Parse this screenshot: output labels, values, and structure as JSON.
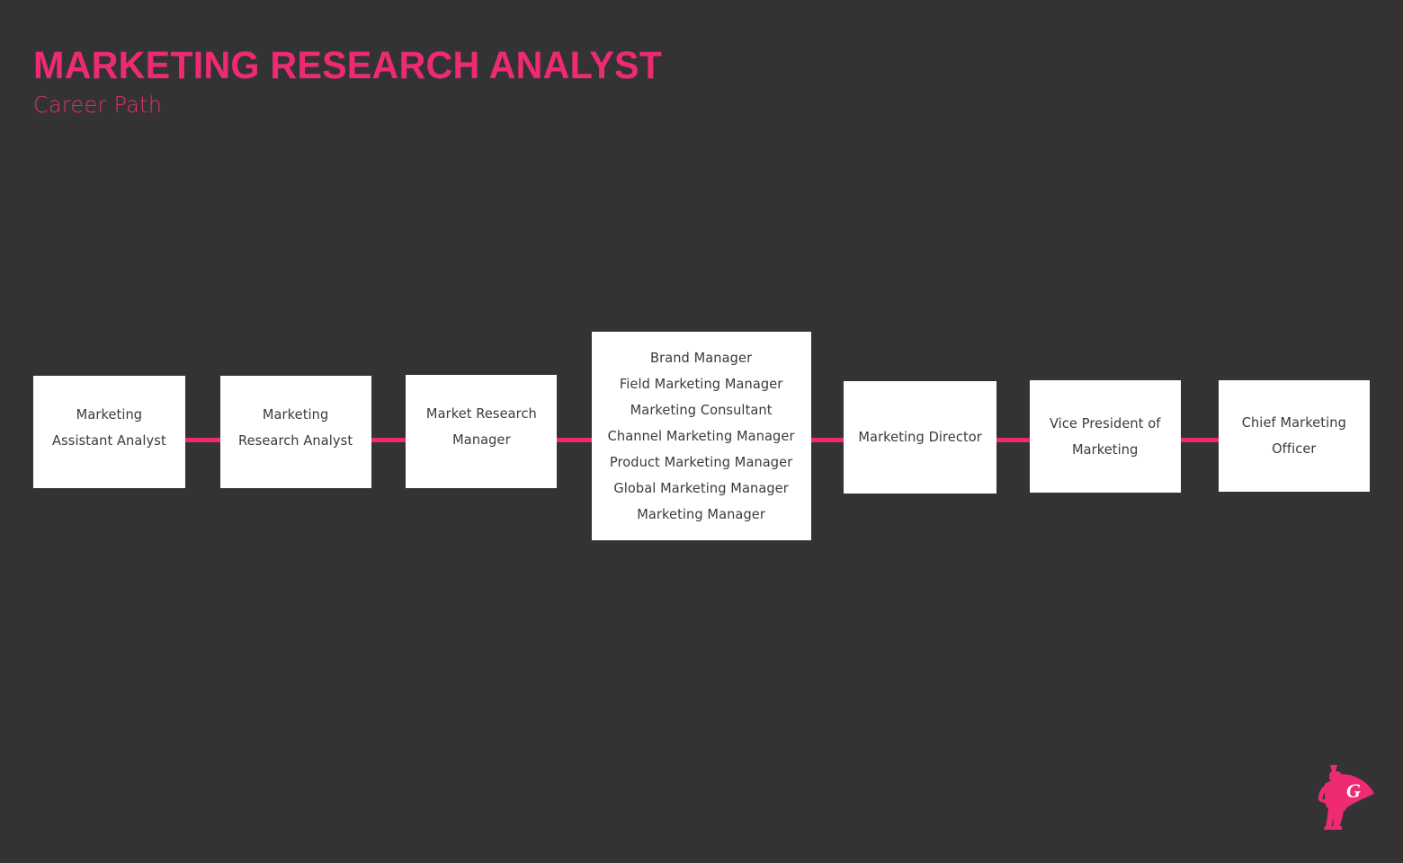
{
  "header": {
    "title": "MARKETING RESEARCH ANALYST",
    "subtitle": "Career Path"
  },
  "colors": {
    "background": "#333333",
    "accent_pink": "#EE2A72",
    "subtitle_pink": "#E0316F",
    "node_fill": "#FFFFFF",
    "node_text": "#3A3A3A"
  },
  "flow": {
    "orientation": "horizontal",
    "nodes": [
      {
        "id": "node-0",
        "lines": [
          "Marketing",
          "Assistant Analyst"
        ]
      },
      {
        "id": "node-1",
        "lines": [
          "Marketing",
          "Research Analyst"
        ]
      },
      {
        "id": "node-2",
        "lines": [
          "Market Research",
          "Manager"
        ]
      },
      {
        "id": "node-3",
        "lines": [
          "Brand Manager",
          "Field Marketing Manager",
          "Marketing Consultant",
          "Channel Marketing Manager",
          "Product Marketing Manager",
          "Global Marketing Manager",
          "Marketing Manager"
        ]
      },
      {
        "id": "node-4",
        "lines": [
          "Marketing Director"
        ]
      },
      {
        "id": "node-5",
        "lines": [
          "Vice President of",
          "Marketing"
        ]
      },
      {
        "id": "node-6",
        "lines": [
          "Chief Marketing",
          "Officer"
        ]
      }
    ],
    "connector_count": 6
  },
  "logo": {
    "name": "superhero-g-logo",
    "letter": "G"
  }
}
